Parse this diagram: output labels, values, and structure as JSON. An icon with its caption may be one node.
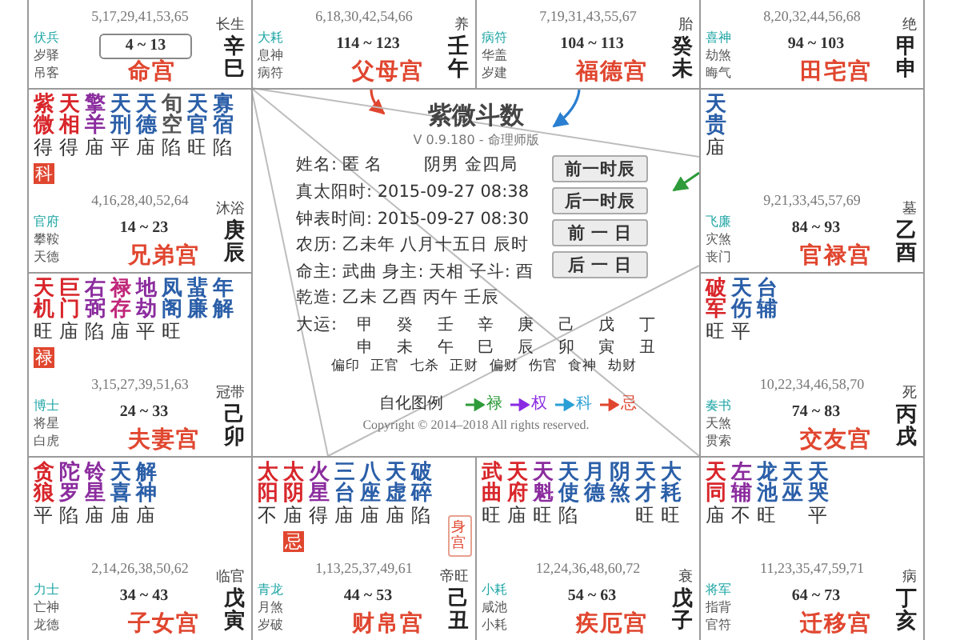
{
  "diagram": {
    "title": "紫微斗数",
    "nodes": [
      {
        "text": [
          "5,17,29,41,53,65",
          "伏兵",
          "岁驿",
          "吊客",
          "4 ~ 13",
          "命宫",
          "长生",
          "辛巳"
        ]
      },
      {
        "text": [
          "6,18,30,42,54,66",
          "大耗",
          "息神",
          "病符",
          "114 ~ 123",
          "父母宫",
          "养",
          "壬午"
        ]
      },
      {
        "text": [
          "7,19,31,43,55,67",
          "病符",
          "华盖",
          "岁建",
          "104 ~ 113",
          "福德宫",
          "胎",
          "癸未"
        ]
      },
      {
        "text": [
          "8,20,32,44,56,68",
          "喜神",
          "劫煞",
          "晦气",
          "94 ~ 103",
          "田宅宫",
          "绝",
          "甲申"
        ]
      },
      {
        "text": [
          "紫微",
          "天相",
          "擎羊",
          "天刑",
          "天德",
          "旬空",
          "天官",
          "寡宿",
          "得",
          "得",
          "庙",
          "平",
          "庙",
          "陷",
          "旺",
          "陷",
          "科",
          "4,16,28,40,52,64",
          "官府",
          "攀鞍",
          "天德",
          "14 ~ 23",
          "兄弟宫",
          "沐浴",
          "庚辰"
        ]
      },
      {
        "text": [
          "V 0.9.180 - 命理师版",
          "姓名: 匿 名",
          "阴男 金四局",
          "真太阳时: 2015-09-27 08:38",
          "钟表时间: 2015-09-27 08:30",
          "农历: 乙未年 八月十五日 辰时",
          "命主: 武曲 身主: 天相 子斗: 酉",
          "乾造: 乙未 乙酉 丙午 壬辰",
          "大运:",
          "甲 癸 壬 辛 庚 己 戊 丁",
          "申 未 午 巳 辰 卯 寅 丑",
          "偏印 正官 七杀 正财 偏财 伤官 食神 劫财",
          "自化图例",
          "Copyright © 2014–2018 All rights reserved."
        ]
      },
      {
        "text": [
          "前一时辰"
        ],
        "in": 5
      },
      {
        "text": [
          "后一时辰"
        ],
        "in": 5
      },
      {
        "text": [
          "前 一 日"
        ],
        "in": 5
      },
      {
        "text": [
          "后 一 日"
        ],
        "in": 5
      },
      {
        "text": [
          "天贵",
          "庙",
          "9,21,33,45,57,69",
          "飞廉",
          "灾煞",
          "丧门",
          "84 ~ 93",
          "官禄宫",
          "墓",
          "乙酉"
        ]
      },
      {
        "text": [
          "天机",
          "巨门",
          "右弼",
          "禄存",
          "地劫",
          "凤阁",
          "蜚廉",
          "年解",
          "旺",
          "庙",
          "陷",
          "庙",
          "平",
          "旺",
          "禄",
          "3,15,27,39,51,63",
          "博士",
          "将星",
          "白虎",
          "24 ~ 33",
          "夫妻宫",
          "冠带",
          "己卯"
        ]
      },
      {
        "text": [
          "破军",
          "天伤",
          "台辅",
          "旺",
          "平",
          "10,22,34,46,58,70",
          "奏书",
          "天煞",
          "贯索",
          "74 ~ 83",
          "交友宫",
          "死",
          "丙戌"
        ]
      },
      {
        "text": [
          "贪狼",
          "陀罗",
          "铃星",
          "天喜",
          "解神",
          "平",
          "陷",
          "庙",
          "庙",
          "庙",
          "2,14,26,38,50,62",
          "力士",
          "亡神",
          "龙德",
          "34 ~ 43",
          "子女宫",
          "临官",
          "戊寅"
        ]
      },
      {
        "text": [
          "太阳",
          "太阴",
          "火星",
          "三台",
          "八座",
          "天虚",
          "破碎",
          "不",
          "庙",
          "得",
          "庙",
          "庙",
          "庙",
          "陷",
          "忌",
          "身宫",
          "1,13,25,37,49,61",
          "青龙",
          "月煞",
          "岁破",
          "44 ~ 53",
          "财帛宫",
          "帝旺",
          "己丑"
        ]
      },
      {
        "text": [
          "武曲",
          "天府",
          "天魁",
          "天使",
          "月德",
          "阴煞",
          "天才",
          "大耗",
          "旺",
          "庙",
          "旺",
          "陷",
          "旺",
          "旺",
          "12,24,36,48,60,72",
          "小耗",
          "咸池",
          "小耗",
          "54 ~ 63",
          "疾厄宫",
          "衰",
          "戊子"
        ]
      },
      {
        "text": [
          "天同",
          "左辅",
          "龙池",
          "天巫",
          "天哭",
          "庙",
          "不",
          "旺",
          "平",
          "11,23,35,47,59,71",
          "将军",
          "指背",
          "官符",
          "64 ~ 73",
          "迁移宫",
          "病",
          "丁亥"
        ]
      }
    ],
    "edges": [
      {
        "from": 1,
        "to": 5,
        "arrow": "to",
        "color": "#e0462f"
      },
      {
        "from": 2,
        "to": 5,
        "arrow": "to",
        "color": "#2b7fd0"
      },
      {
        "from": 10,
        "to": 5,
        "arrow": "to",
        "color": "#2e9b3a"
      },
      {
        "from": 0,
        "to": 10,
        "arrow": "none"
      },
      {
        "from": 0,
        "to": 14,
        "arrow": "none"
      },
      {
        "from": 10,
        "to": 14,
        "arrow": "none"
      },
      {
        "from": 0,
        "to": 16,
        "arrow": "none"
      }
    ],
    "legend": [
      {
        "text": "禄"
      },
      {
        "text": "权"
      },
      {
        "text": "科"
      },
      {
        "text": "忌"
      }
    ]
  }
}
